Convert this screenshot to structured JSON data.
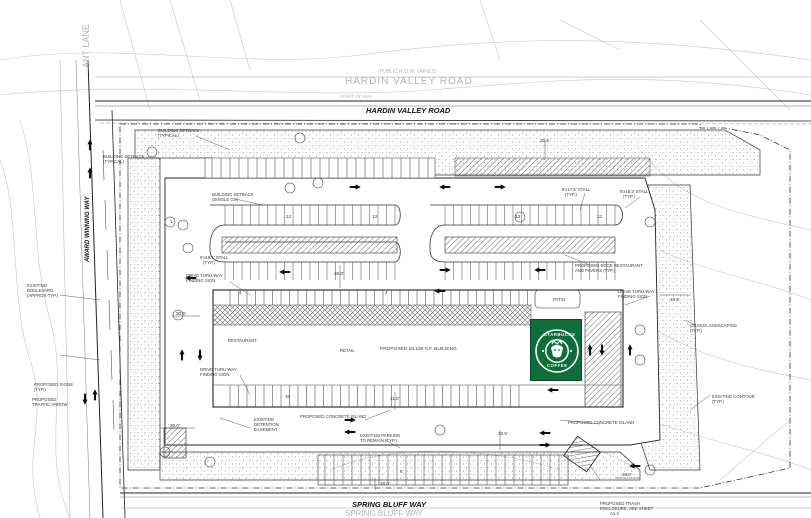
{
  "roads": {
    "hardin_valley": "HARDIN VALLEY ROAD",
    "hardin_valley_ghost": "HARDIN VALLEY ROAD",
    "public_row_top": "(PUBLIC R.O.W. VARIES)",
    "award_winning": "AWARD WINNING WAY",
    "spring_bluff": "SPRING BLUFF WAY",
    "spring_bluff_ghost": "SPRING BLUFF WAY",
    "giant_lane": "ANT LANE",
    "right_of_way": "RIGHT-OF-WAY"
  },
  "building": {
    "title": "PROPOSED 18,125 S.F. BUILDING",
    "retail": "RETAIL",
    "restaurant": "RESTAURANT"
  },
  "logo": {
    "top_text": "STARBUCKS",
    "bottom_text": "COFFEE",
    "green": "#0e6e3a"
  },
  "notes": {
    "building_setback_tl": "BUILDING SETBACK",
    "building_setback_tl_sub": "(TYPICAL)",
    "building_setback_left": "BUILDING SETBACK",
    "building_setback_left_sub": "(TYPICAL)",
    "building_setback_mid": "BUILDING SETBACK",
    "building_setback_mid_sub": "(SINGLE GS)",
    "stall_9x175_a": "9'x17.5' STALL",
    "stall_9x175_a_sub": "(TYP.)",
    "stall_9x185_b": "9'x18.5' STALL",
    "stall_9x185_b_sub": "(TYP.)",
    "stall_9x185_c": "9'x18.5' STALL",
    "stall_9x185_c_sub": "(TYP.)",
    "proposed_patio": "PROPOSED EDGE RESTAURANT",
    "proposed_patio_sub": "AND PAVERS (TYP.)",
    "drive_thru_left": "DRIVE THRU WAY",
    "drive_thru_left_sub": "FINDING SIGN",
    "drive_thru_right": "DRIVE THRU WAY",
    "drive_thru_right_sub": "FINDING SIGN",
    "drive_thru_bottom": "DRIVE THRU WAY",
    "drive_thru_bottom_sub": "FINDING SIGN",
    "existing_boulevard": "EXISTING",
    "existing_boulevard_2": "BOULEVARD",
    "existing_boulevard_3": "(APPROX-TYP.)",
    "proposed_signs": "PROPOSED SIGNS",
    "proposed_signs_sub": "(TYP.)",
    "proposed_traffic": "PROPOSED",
    "proposed_traffic_sub": "TRAFFIC ARROW",
    "detention": "EXISTING",
    "detention_2": "DETENTION",
    "detention_3": "EASEMENT",
    "concrete_island_left": "PROPOSED CONCRETE ISLAND",
    "concrete_island_right": "PROPOSED CONCRETE ISLAND",
    "existing_parking": "EXISTING PARKING",
    "existing_parking_sub": "TO REMAIN (TYP.)",
    "dumpster": "PROPOSED TRASH",
    "dumpster_2": "ENCLOSURE, SEE SHEET",
    "dumpster_3": "A1.2",
    "landscaping": "GRASS/LANDSCAPING",
    "landscaping_sub": "(TYP.)",
    "existing_contour": "EXISTING CONTOUR",
    "existing_contour_sub": "(TYP.)",
    "patio": "PATIO"
  },
  "dimensions": {
    "d_30_5_top": "30.5'",
    "d_26_0_mid": "26.0'",
    "d_30_5_left": "30.5'",
    "d_30_0_left_low": "30.0'",
    "d_11_0": "11.0'",
    "d_32_5": "32.5'",
    "d_18_5_right": "18.5'",
    "d_28_0_bottom": "28.0'",
    "d_28_0_right_low": "28.0'"
  },
  "stall_counts": {
    "s1": "12",
    "s2": "13",
    "s3": "13",
    "s4": "12",
    "s5": "4",
    "s6": "4",
    "s7": "10",
    "s8": "1",
    "s9": "6"
  }
}
